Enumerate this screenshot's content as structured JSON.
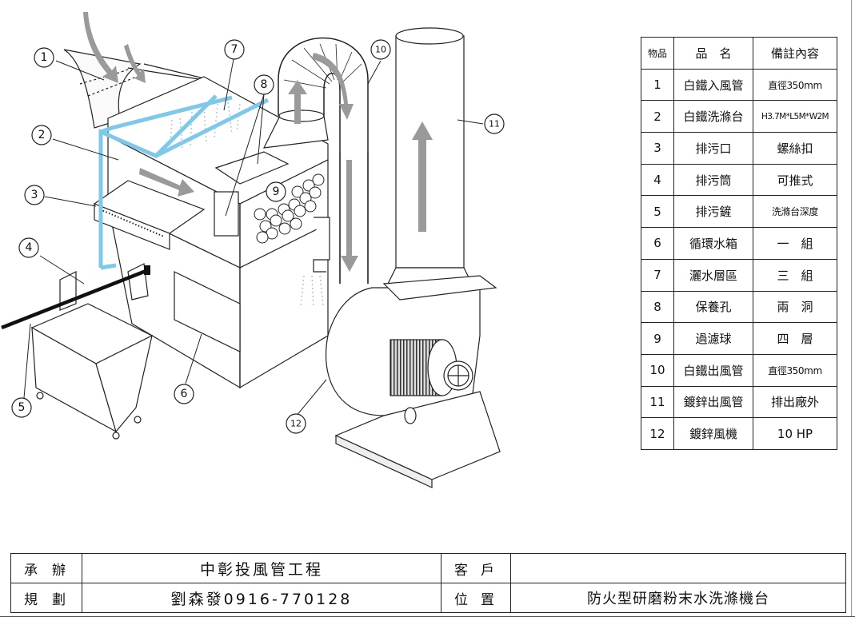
{
  "callouts": [
    "1",
    "2",
    "3",
    "4",
    "5",
    "6",
    "7",
    "8",
    "9",
    "10",
    "11",
    "12"
  ],
  "parts_table": {
    "headers": [
      "物品",
      "品　名",
      "備註內容"
    ],
    "rows": [
      {
        "no": "1",
        "name": "白鐵入風管",
        "note": "直徑350mm"
      },
      {
        "no": "2",
        "name": "白鐵洗滌台",
        "note": "H3.7M*L5M*W2M"
      },
      {
        "no": "3",
        "name": "排污口",
        "note": "螺絲扣"
      },
      {
        "no": "4",
        "name": "排污筒",
        "note": "可推式"
      },
      {
        "no": "5",
        "name": "排污鏟",
        "note": "洗滌台深度"
      },
      {
        "no": "6",
        "name": "循環水箱",
        "note": "一　組"
      },
      {
        "no": "7",
        "name": "灑水層區",
        "note": "三　組"
      },
      {
        "no": "8",
        "name": "保養孔",
        "note": "兩　洞"
      },
      {
        "no": "9",
        "name": "過濾球",
        "note": "四　層"
      },
      {
        "no": "10",
        "name": "白鐵出風管",
        "note": "直徑350mm"
      },
      {
        "no": "11",
        "name": "鍍鋅出風管",
        "note": "排出廠外"
      },
      {
        "no": "12",
        "name": "鍍鋅風機",
        "note": "10 HP"
      }
    ]
  },
  "title_block": {
    "contractor_label": "承辦",
    "contractor_value": "中彰投風管工程",
    "customer_label": "客戶",
    "customer_value": "",
    "planner_label": "規劃",
    "planner_value": "劉森發0916-770128",
    "location_label": "位置",
    "location_value": "防火型研磨粉末水洗滌機台"
  },
  "colors": {
    "water_pipe": "#7ec8ec",
    "flow_arrow": "#9a9a9a",
    "line": "#222222"
  }
}
